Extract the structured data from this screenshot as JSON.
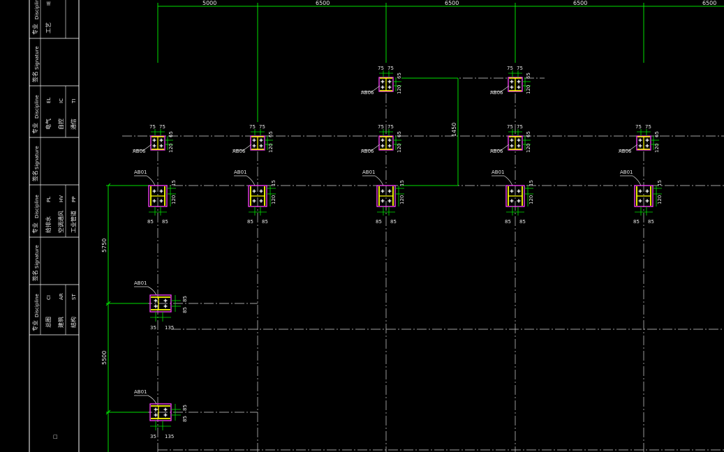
{
  "title_block": {
    "sections": [
      {
        "header": "专业",
        "col_head": "Discipline",
        "rows": [
          {
            "name": "工艺",
            "code": "IE"
          }
        ]
      },
      {
        "header": "签名",
        "col_head": "Signature",
        "rows": []
      },
      {
        "header": "专业",
        "col_head": "Discipline",
        "rows": [
          {
            "name": "电气",
            "code": "EL"
          },
          {
            "name": "自控",
            "code": "IC"
          },
          {
            "name": "通信",
            "code": "TI"
          }
        ]
      },
      {
        "header": "签名",
        "col_head": "Signature",
        "rows": []
      },
      {
        "header": "专业",
        "col_head": "Discipline",
        "rows": [
          {
            "name": "给排水",
            "code": "PL"
          },
          {
            "name": "空调通风",
            "code": "HV"
          },
          {
            "name": "工业管道",
            "code": "PP"
          }
        ]
      },
      {
        "header": "签名",
        "col_head": "Signature",
        "rows": []
      },
      {
        "header": "专业",
        "col_head": "Discipline",
        "rows": [
          {
            "name": "总图",
            "code": "CI"
          },
          {
            "name": "建筑",
            "code": "AR"
          },
          {
            "name": "结构",
            "code": "ST"
          }
        ]
      }
    ],
    "small_box_glyph": "□"
  },
  "top_dimensions": [
    "5000",
    "6500",
    "6500",
    "6500",
    "6500"
  ],
  "left_dimensions": [
    "5750",
    "5500"
  ],
  "vertical_dim_1450": "1450",
  "ab06": {
    "label": "AB06",
    "dims": [
      "75",
      "75",
      "65",
      "120"
    ]
  },
  "ab01": {
    "label": "AB01",
    "dims": [
      "15",
      "120",
      "85",
      "85"
    ]
  },
  "ab01_side": {
    "label": "AB01",
    "dims": [
      "35",
      "135",
      "85",
      "85"
    ]
  },
  "colors": {
    "grid": "#00e000",
    "dashed": "#d8d8d8",
    "plate": "#ff40ff",
    "steel": "#ffff00",
    "text": "#e8e8e8",
    "frame": "#ffffff"
  }
}
